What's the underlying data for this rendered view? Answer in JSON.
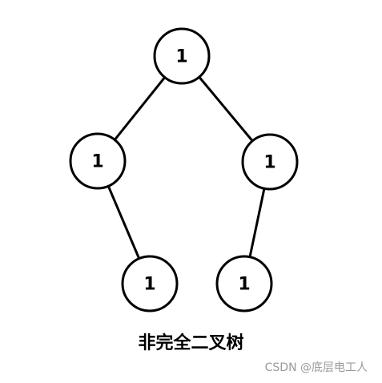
{
  "diagram": {
    "caption": "非完全二叉树",
    "nodes": [
      {
        "id": "root",
        "label": "1"
      },
      {
        "id": "left",
        "label": "1"
      },
      {
        "id": "right",
        "label": "1"
      },
      {
        "id": "left-child",
        "label": "1"
      },
      {
        "id": "right-child",
        "label": "1"
      }
    ],
    "edges": [
      {
        "from": "root",
        "to": "left"
      },
      {
        "from": "root",
        "to": "right"
      },
      {
        "from": "left",
        "to": "left-child"
      },
      {
        "from": "right",
        "to": "right-child"
      }
    ]
  },
  "watermark": "CSDN @底层电工人"
}
